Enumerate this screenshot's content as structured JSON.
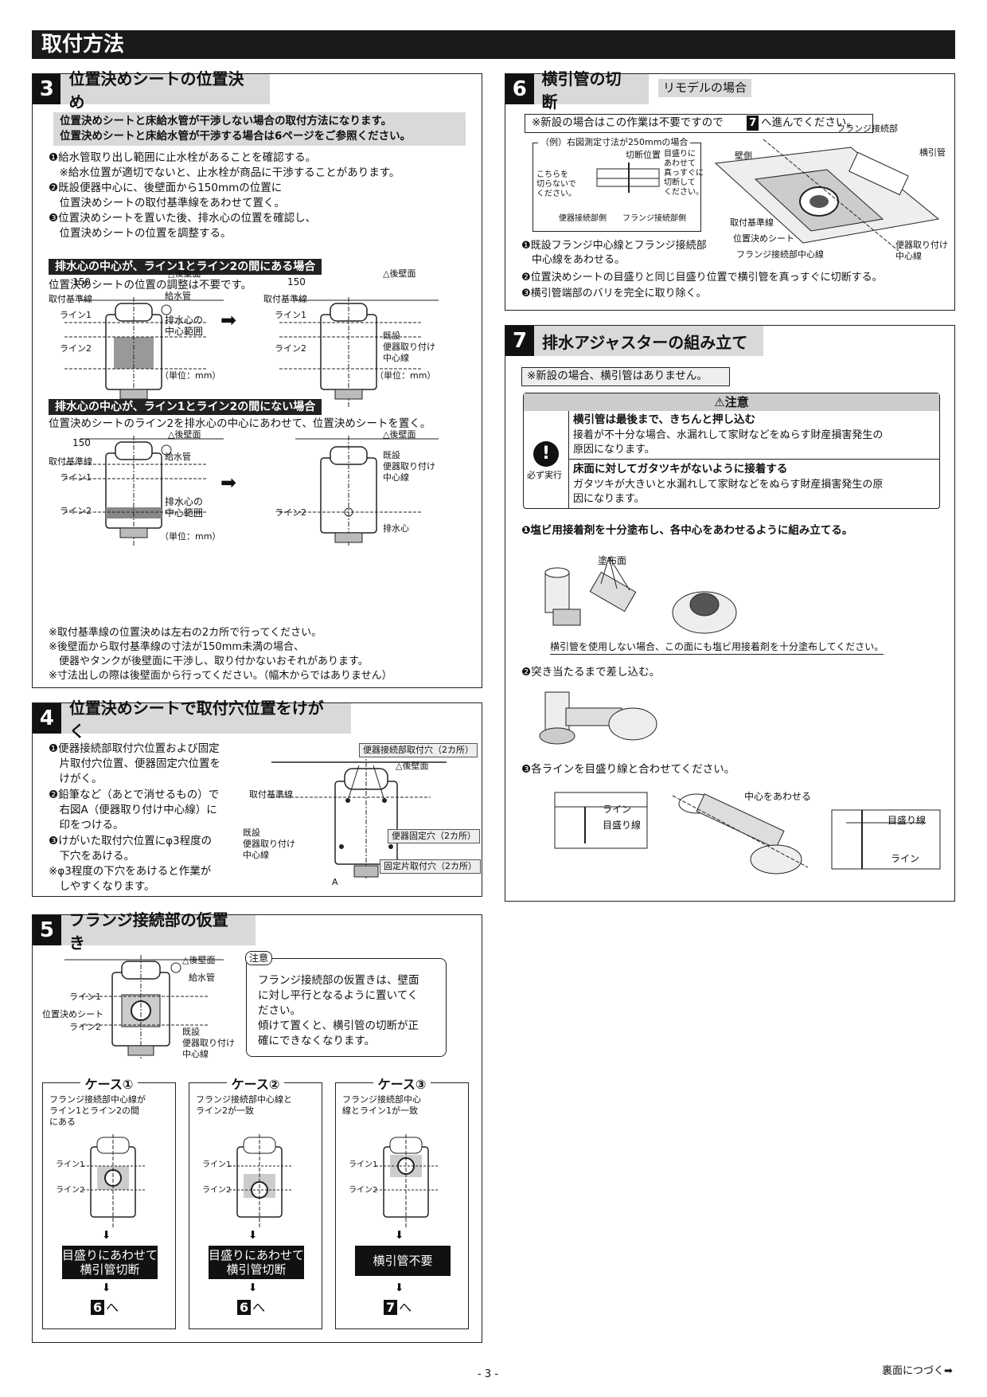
{
  "page_title": "取付方法",
  "sec3": {
    "num": "3",
    "title": "位置決めシートの位置決め",
    "note_line1": "位置決めシートと床給水管が干渉しない場合の取付方法になります。",
    "note_line2": "位置決めシートと床給水管が干渉する場合は6ページをご参照ください。",
    "steps": [
      "❶給水管取り出し範囲に止水栓があることを確認する。",
      "　※給水位置が適切でないと、止水栓が商品に干渉することがあります。",
      "❷既設便器中心に、後壁面から150mmの位置に",
      "　位置決めシートの取付基準線をあわせて置く。",
      "❸位置決めシートを置いた後、排水心の位置を確認し、",
      "　位置決めシートの位置を調整する。"
    ],
    "case_a_label": "排水心の中心が、ライン1とライン2の間にある場合",
    "case_a_text": "位置決めシートの位置の調整は不要です。",
    "case_b_label": "排水心の中心が、ライン1とライン2の間にない場合",
    "case_b_text": "位置決めシートのライン2を排水心の中心にあわせて、位置決めシートを置く。",
    "dim_150": "150",
    "rear_wall": "△後壁面",
    "ref_line": "取付基準線",
    "line1": "ライン1",
    "line2": "ライン2",
    "water_pipe": "給水管",
    "drain_range": "排水心の\n中心範囲",
    "existing_center": "既設\n便器取り付け\n中心線",
    "drain_center": "排水心",
    "unit": "（単位：mm）",
    "footnotes": [
      "※取付基準線の位置決めは左右の2カ所で行ってください。",
      "※後壁面から取付基準線の寸法が150mm未満の場合、",
      "　便器やタンクが後壁面に干渉し、取り付かないおそれがあります。",
      "※寸法出しの際は後壁面から行ってください。（幅木からではありません）"
    ]
  },
  "sec4": {
    "num": "4",
    "title": "位置決めシートで取付穴位置をけがく",
    "steps": [
      "❶便器接続部取付穴位置および固定",
      "　片取付穴位置、便器固定穴位置を",
      "　けがく。",
      "❷鉛筆など（あとで消せるもの）で",
      "　右図A（便器取り付け中心線）に",
      "　印をつける。",
      "❸けがいた取付穴位置にφ3程度の",
      "　下穴をあける。",
      "※φ3程度の下穴をあけると作業が",
      "　しやすくなります。"
    ],
    "callout_top": "便器接続部取付穴（2カ所）",
    "callout_mid": "便器固定穴（2カ所）",
    "callout_bot": "固定片取付穴（2カ所）",
    "rear_wall": "△後壁面",
    "ref_line": "取付基準線",
    "existing_center": "既設\n便器取り付け\n中心線",
    "label_a": "A"
  },
  "sec5": {
    "num": "5",
    "title": "フランジ接続部の仮置き",
    "rear_wall": "△後壁面",
    "water_pipe": "給水管",
    "line1": "ライン1",
    "sheet": "位置決めシート",
    "line2": "ライン2",
    "existing_center": "既設\n便器取り付け\n中心線",
    "caution_tag": "注意",
    "caution_text": [
      "フランジ接続部の仮置きは、壁面",
      "に対し平行となるように置いてく",
      "ださい。",
      "傾けて置くと、横引管の切断が正",
      "確にできなくなります。"
    ],
    "cases": [
      {
        "title": "ケース①",
        "desc": "フランジ接続部中心線が\nライン1とライン2の間\nにある",
        "action": "目盛りにあわせて\n横引管切断",
        "next_num": "6",
        "next_suffix": "へ"
      },
      {
        "title": "ケース②",
        "desc": "フランジ接続部中心線と\nライン2が一致",
        "action": "目盛りにあわせて\n横引管切断",
        "next_num": "6",
        "next_suffix": "へ"
      },
      {
        "title": "ケース③",
        "desc": "フランジ接続部中心\n線とライン1が一致",
        "action": "横引管不要",
        "next_num": "7",
        "next_suffix": "へ"
      }
    ],
    "line1_short": "ライン1",
    "line2_short": "ライン2"
  },
  "sec6": {
    "num": "6",
    "title": "横引管の切断",
    "subtitle": "リモデルの場合",
    "note_pre": "※新設の場合はこの作業は不要ですので",
    "note_num": "7",
    "note_post": "へ進んでください。",
    "example_title": "（例）右図測定寸法が250mmの場合",
    "cut_position": "切断位置",
    "left_hint": "こちらを\n切らないで\nください。",
    "right_hint": "目盛りに\nあわせて\n真っすぐに\n切断して\nください。",
    "toilet_side": "便器接続部側",
    "flange_side": "フランジ接続部側",
    "fig_labels": [
      "フランジ接続部",
      "横引管",
      "壁側",
      "取付基準線",
      "位置決めシート",
      "フランジ接続部中心線",
      "便器取り付け\n中心線"
    ],
    "steps": [
      "❶既設フランジ中心線とフランジ接続部",
      "　中心線をあわせる。",
      "❷位置決めシートの目盛りと同じ目盛り位置で横引管を真っすぐに切断する。",
      "❸横引管端部のバリを完全に取り除く。"
    ]
  },
  "sec7": {
    "num": "7",
    "title": "排水アジャスターの組み立て",
    "note": "※新設の場合、横引管はありません。",
    "caution_header": "⚠注意",
    "must_do": "必ず実行",
    "caution1_title": "横引管は最後まで、きちんと押し込む",
    "caution1_text1": "接着が不十分な場合、水漏れして家財などをぬらす財産損害発生の",
    "caution1_text2": "原因になります。",
    "caution2_title": "床面に対してガタツキがないように接着する",
    "caution2_text1": "ガタツキが大きいと水漏れして家財などをぬらす財産損害発生の原",
    "caution2_text2": "因になります。",
    "step1": "❶塩ビ用接着剤を十分塗布し、各中心をあわせるように組み立てる。",
    "coat_surface": "塗布面",
    "step1_note": "横引管を使用しない場合、この面にも塩ビ用接着剤を十分塗布してください。",
    "step2": "❷突き当たるまで差し込む。",
    "step3": "❸各ラインを目盛り線と合わせてください。",
    "center_align": "中心をあわせる",
    "line": "ライン",
    "scale_line": "目盛り線"
  },
  "footer": {
    "page": "- 3 -",
    "continue": "裏面につづく➡"
  }
}
